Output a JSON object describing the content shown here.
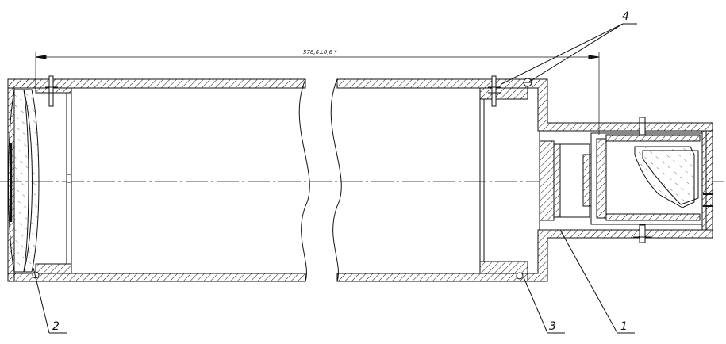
{
  "drawing": {
    "dimension_text": "576,6±0,6 *",
    "callouts": [
      {
        "id": "callout-1",
        "text": "1"
      },
      {
        "id": "callout-2",
        "text": "2"
      },
      {
        "id": "callout-3",
        "text": "3"
      },
      {
        "id": "callout-4",
        "text": "4"
      }
    ],
    "colors": {
      "line": "#111111",
      "background": "#ffffff"
    }
  }
}
